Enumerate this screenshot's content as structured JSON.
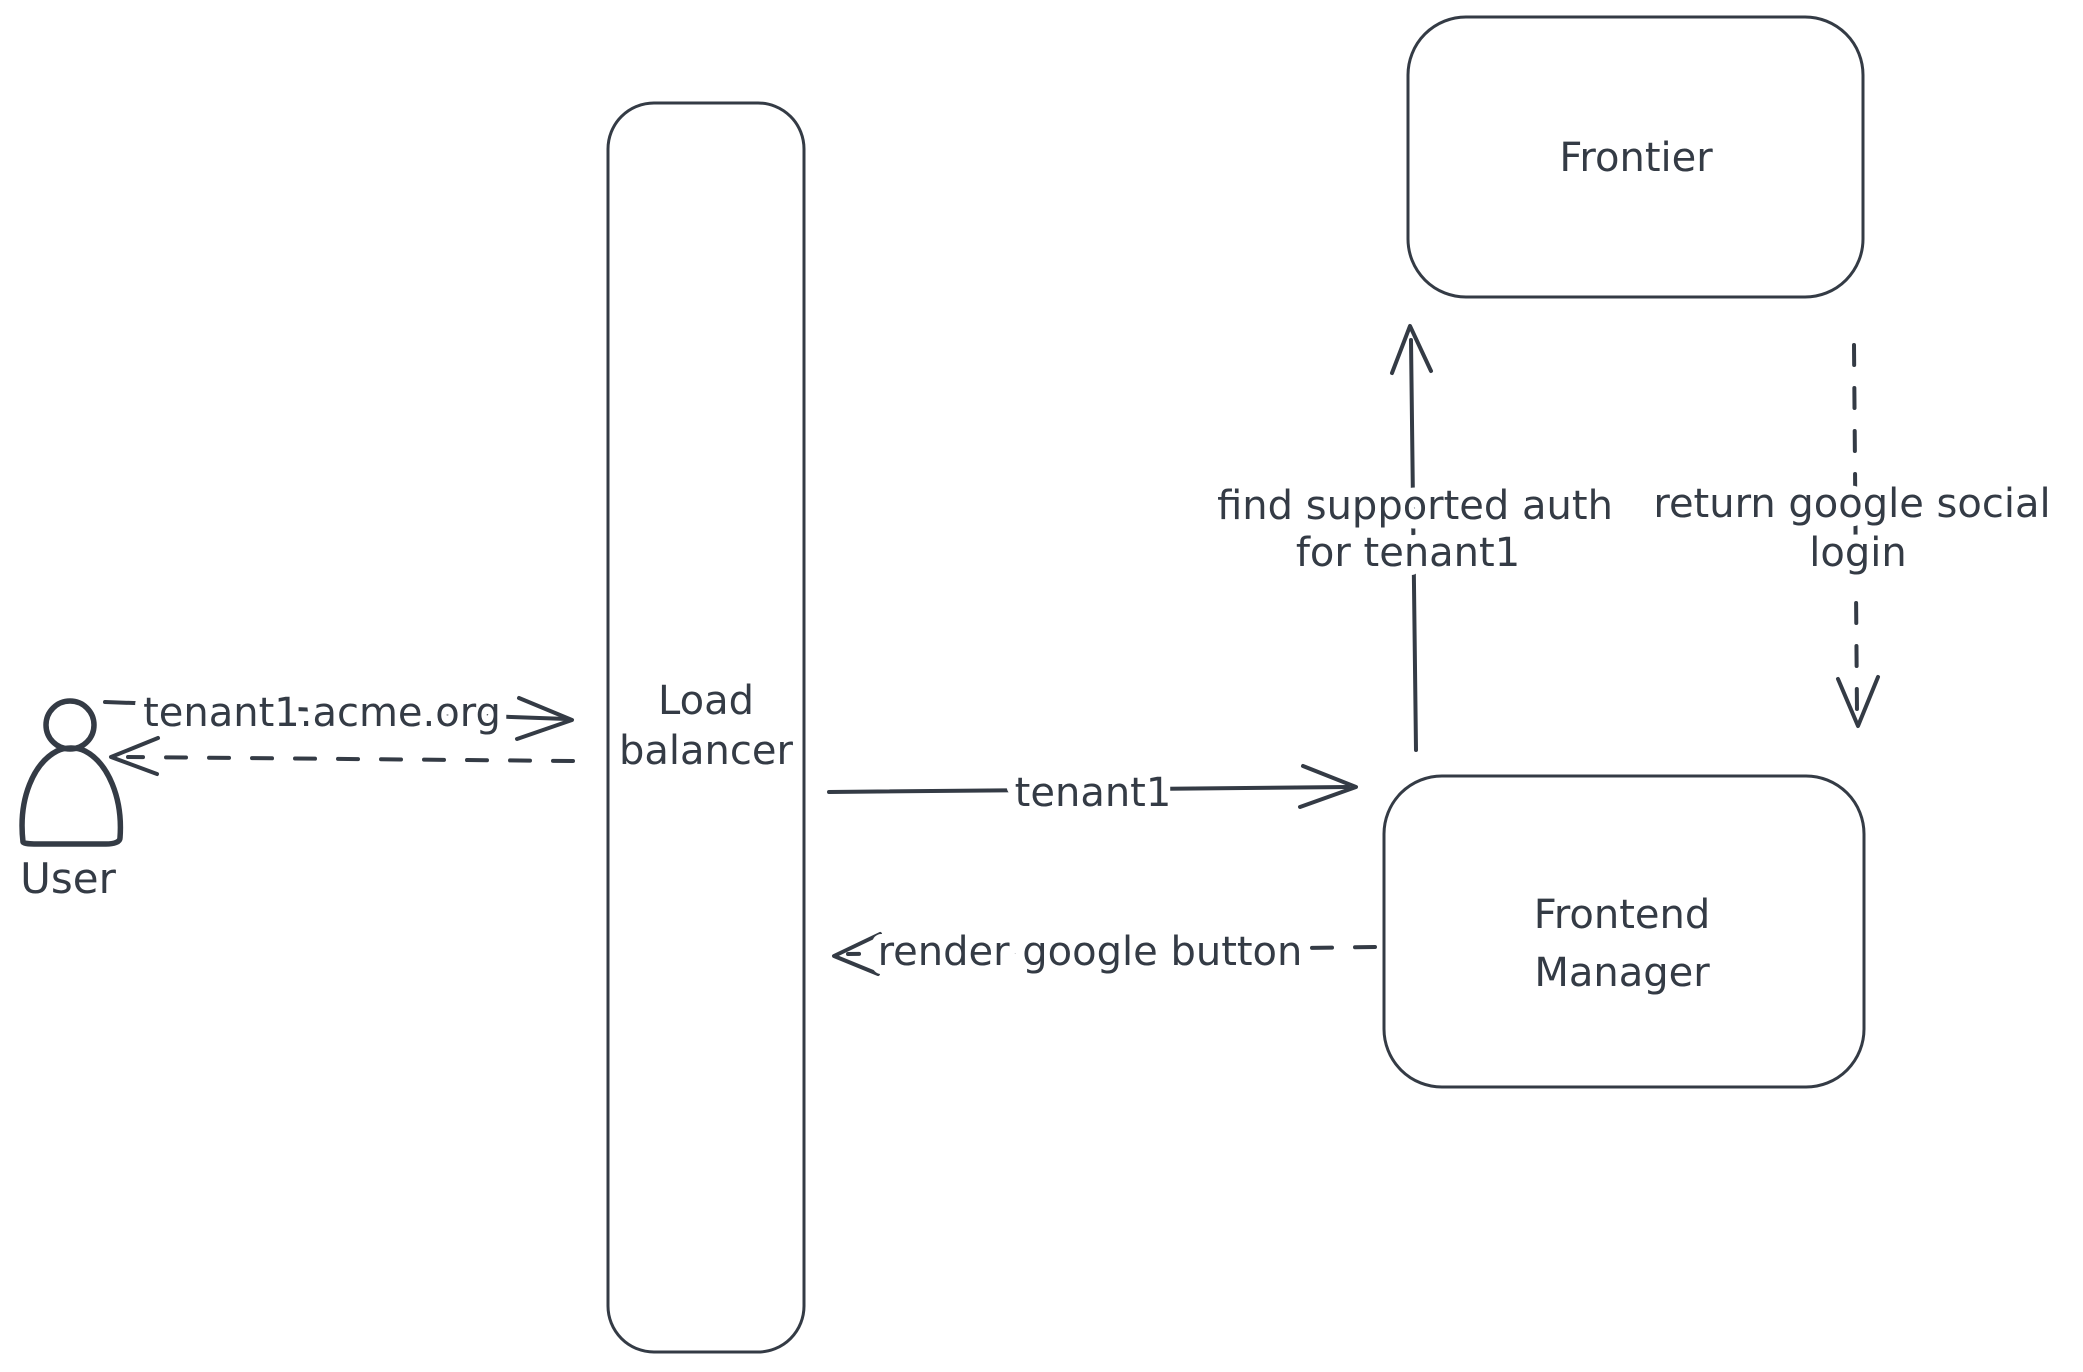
{
  "theme": {
    "background": "#ffffff",
    "ink": "#343b45",
    "hatch": "#ccd5de"
  },
  "diagram": {
    "actor": {
      "label": "User",
      "icon": "person-icon"
    },
    "nodes": {
      "load_balancer": {
        "lines": [
          "Load",
          "balancer"
        ]
      },
      "frontier": {
        "label": "Frontier"
      },
      "frontend_manager": {
        "lines": [
          "Frontend",
          "Manager"
        ]
      }
    },
    "edges": {
      "user_to_lb": {
        "label": "tenant1.acme.org",
        "style": "solid",
        "from": "User",
        "to": "Load balancer"
      },
      "lb_to_user": {
        "label": "",
        "style": "dashed",
        "from": "Load balancer",
        "to": "User"
      },
      "lb_to_fm": {
        "label": "tenant1",
        "style": "solid",
        "from": "Load balancer",
        "to": "Frontend Manager"
      },
      "fm_to_lb": {
        "label": "render google button",
        "style": "dashed",
        "from": "Frontend Manager",
        "to": "Load balancer"
      },
      "fm_to_frontier": {
        "lines": [
          "find supported auth",
          "for tenant1"
        ],
        "style": "solid",
        "from": "Frontend Manager",
        "to": "Frontier"
      },
      "frontier_to_fm": {
        "lines": [
          "return google social",
          "login"
        ],
        "style": "dashed",
        "from": "Frontier",
        "to": "Frontend Manager"
      }
    }
  }
}
